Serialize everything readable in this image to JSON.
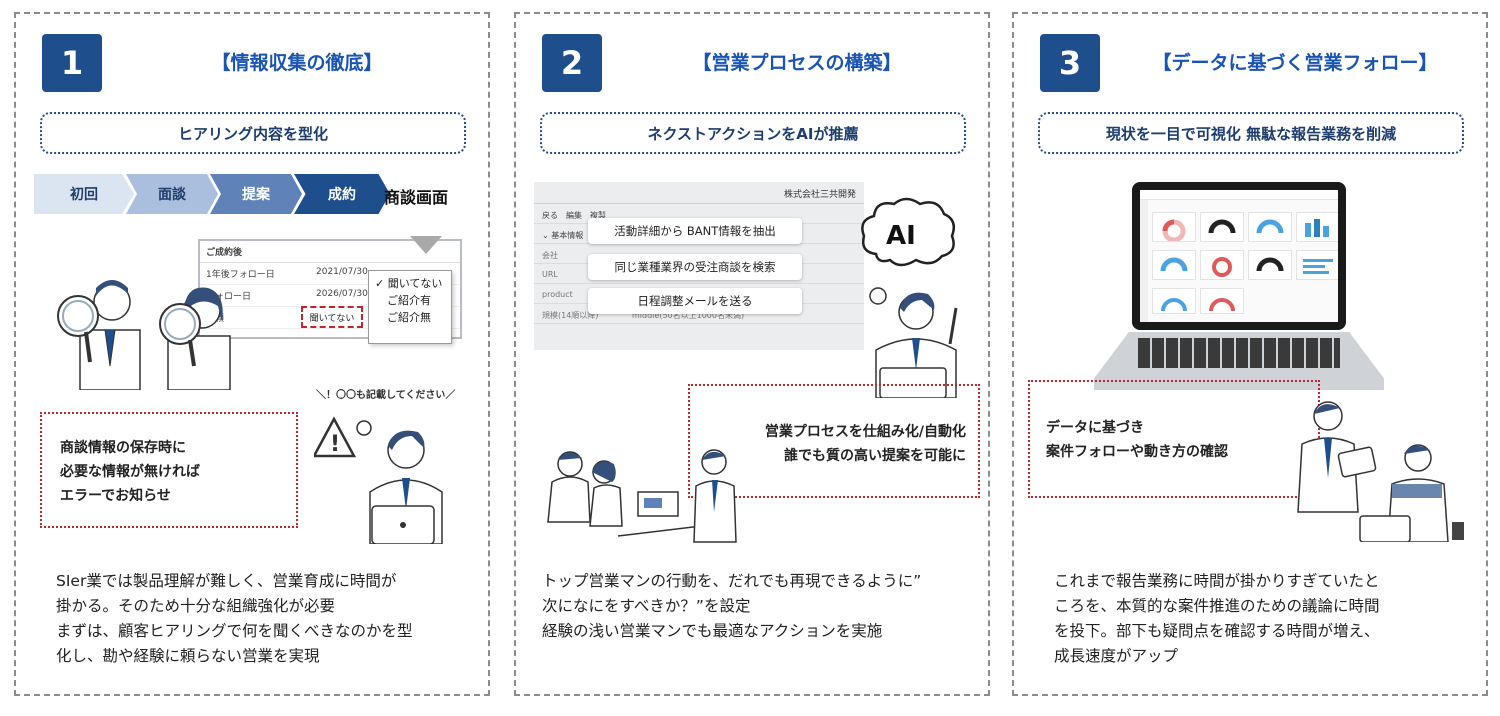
{
  "panels": [
    {
      "number": "1",
      "title": "【情報収集の徹底】",
      "subtitle": "ヒアリング内容を型化",
      "steps": [
        "初回",
        "面談",
        "提案",
        "成約"
      ],
      "step_label": "商談画面",
      "form": {
        "header": "ご成約後",
        "rows": [
          {
            "label": "1年後フォロー日",
            "value": "2021/07/30"
          },
          {
            "label": "フォロー日",
            "value": "2026/07/30"
          },
          {
            "label": "依頼",
            "value": "聞いてない"
          }
        ],
        "dropdown_options": [
          "聞いてない",
          "ご紹介有",
          "ご紹介無"
        ],
        "checked_mark": "✓"
      },
      "note": "＼！〇〇も記載してください／",
      "callout": [
        "商談情報の保存時に",
        "必要な情報が無ければ",
        "エラーでお知らせ"
      ],
      "description": [
        "SIer業では製品理解が難しく、営業育成に時間が",
        "掛かる。そのため十分な組織強化が必要",
        "まずは、顧客ヒアリングで何を聞くべきなのかを型",
        "化し、勘や経験に頼らない営業を実現"
      ]
    },
    {
      "number": "2",
      "title": "【営業プロセスの構築】",
      "subtitle": "ネクストアクションをAIが推薦",
      "crm": {
        "company": "株式会社三共開発",
        "buttons": [
          "戻る",
          "編集",
          "複製"
        ],
        "section": "基本情報",
        "rows": [
          {
            "label": "会社",
            "value": ""
          },
          {
            "label": "URL",
            "value": ""
          },
          {
            "label": "product",
            "value": ""
          },
          {
            "label": "規模(14順以降)",
            "value": "middle(50名以上1000名未満)"
          }
        ]
      },
      "actions": [
        "活動詳細から BANT情報を抽出",
        "同じ業種業界の受注商談を検索",
        "日程調整メールを送る"
      ],
      "ai_label": "AI",
      "callout": [
        "営業プロセスを仕組み化/自動化",
        "誰でも質の高い提案を可能に"
      ],
      "description": [
        "トップ営業マンの行動を、だれでも再現できるように”",
        "次になにをすべきか？”を設定",
        "経験の浅い営業マンでも最適なアクションを実施"
      ]
    },
    {
      "number": "3",
      "title": "【データに基づく営業フォロー】",
      "subtitle": "現状を一目で可視化 無駄な報告業務を削減",
      "callout": [
        "データに基づき",
        "案件フォローや動き方の確認"
      ],
      "description": [
        "これまで報告業務に時間が掛かりすぎていたと",
        "ころを、本質的な案件推進のための議論に時間",
        "を投下。部下も疑問点を確認する時間が増え、",
        "成長速度がアップ"
      ]
    }
  ],
  "colors": {
    "accent_blue": "#1f4e8c",
    "title_blue": "#1a55b3",
    "callout_red": "#c0272d",
    "step_colors": [
      "#dbe5f2",
      "#a9bfdd",
      "#5f83b8",
      "#1f4e8c"
    ]
  }
}
